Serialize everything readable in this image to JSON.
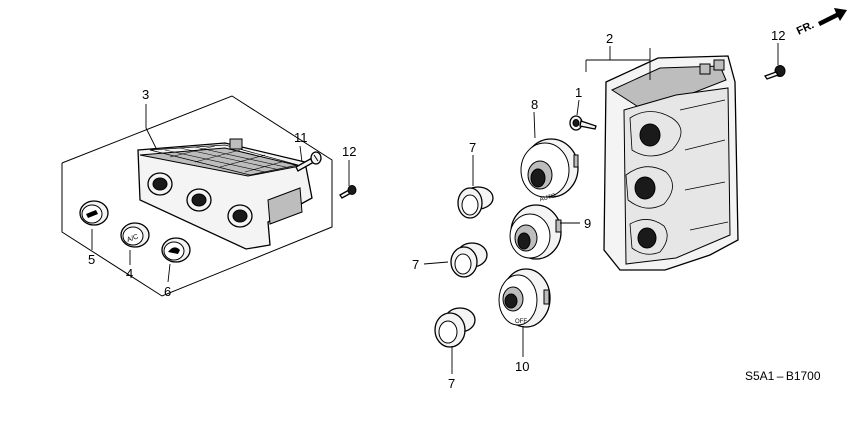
{
  "orientation_label": "FR.",
  "diagram_code": "S5A1 – B1700",
  "callouts": {
    "c1": "1",
    "c2": "2",
    "c3": "3",
    "c4": "4",
    "c5": "5",
    "c6": "6",
    "c7a": "7",
    "c7b": "7",
    "c7c": "7",
    "c8": "8",
    "c9": "9",
    "c10": "10",
    "c11": "11",
    "c12a": "12",
    "c12b": "12"
  },
  "knob_text": {
    "ac": "A/C",
    "auto_upper": "AUTO",
    "off": "OFF"
  }
}
